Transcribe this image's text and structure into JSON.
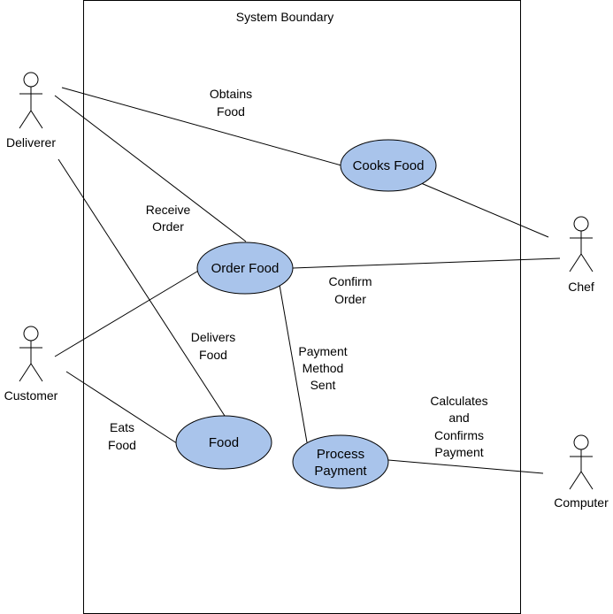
{
  "boundary": {
    "label": "System Boundary"
  },
  "actors": {
    "deliverer": "Deliverer",
    "customer": "Customer",
    "chef": "Chef",
    "computer": "Computer"
  },
  "use_cases": {
    "cooks_food": [
      "Cooks Food"
    ],
    "order_food": [
      "Order Food"
    ],
    "food": [
      "Food"
    ],
    "process_payment": [
      "Process",
      "Payment"
    ]
  },
  "edge_labels": {
    "obtains_food": [
      "Obtains",
      "Food"
    ],
    "receive_order": [
      "Receive",
      "Order"
    ],
    "delivers_food": [
      "Delivers",
      "Food"
    ],
    "confirm_order": [
      "Confirm",
      "Order"
    ],
    "payment_method_sent": [
      "Payment",
      "Method",
      "Sent"
    ],
    "eats_food": [
      "Eats",
      "Food"
    ],
    "calculates_confirms": [
      "Calculates",
      "and",
      "Confirms",
      "Payment"
    ]
  },
  "colors": {
    "use_case_fill": "#a9c4eb",
    "stroke": "#000000",
    "background": "#ffffff"
  }
}
